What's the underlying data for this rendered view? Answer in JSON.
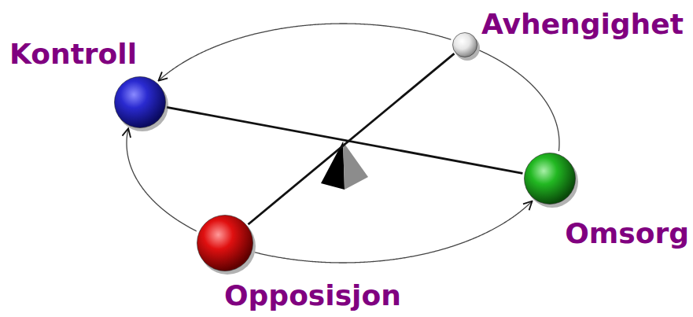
{
  "diagram": {
    "nodes": [
      {
        "text": [
          "Kontroll"
        ]
      },
      {
        "text": [
          "Avhengighet"
        ]
      },
      {
        "text": [
          "Omsorg"
        ]
      },
      {
        "text": [
          "Opposisjon"
        ]
      }
    ],
    "edges": [
      {
        "from": 1,
        "to": 0,
        "arrow": "to"
      },
      {
        "from": 3,
        "to": 0,
        "arrow": "to"
      },
      {
        "from": 3,
        "to": 2,
        "arrow": "to"
      },
      {
        "from": 2,
        "to": 1,
        "arrow": "none"
      },
      {
        "from": 0,
        "to": 2,
        "arrow": "none"
      },
      {
        "from": 1,
        "to": 3,
        "arrow": "none"
      }
    ]
  }
}
